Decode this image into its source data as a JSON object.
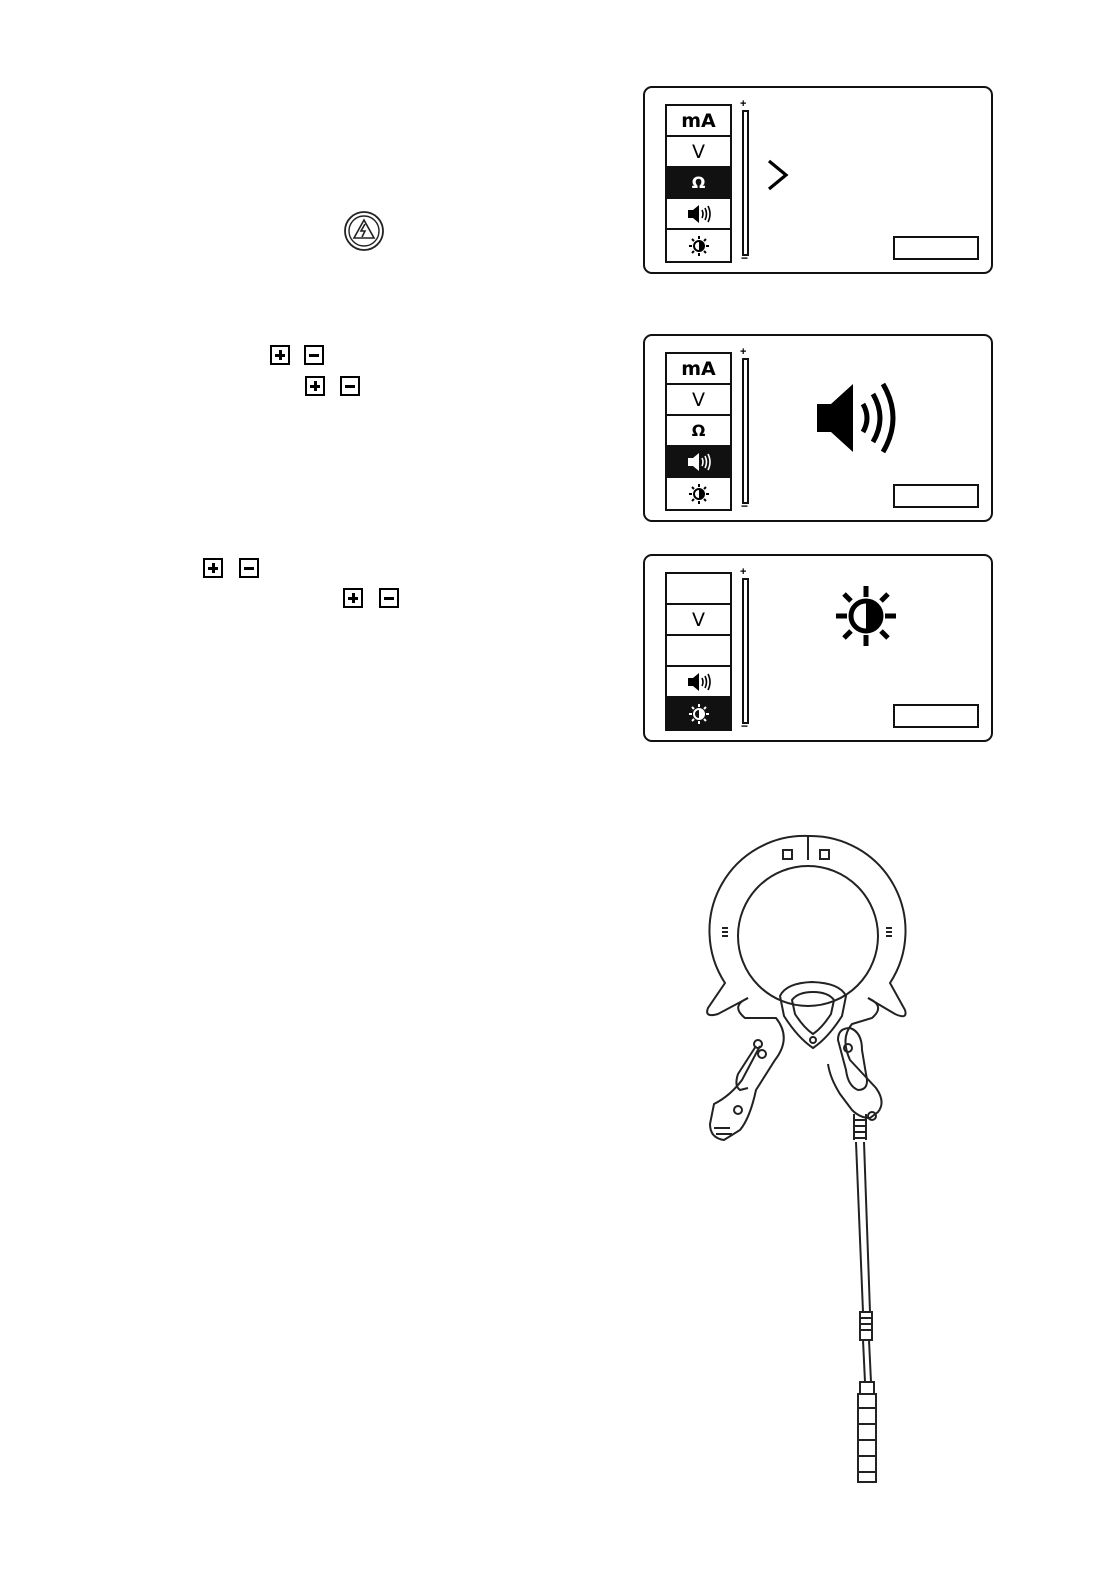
{
  "panels": [
    {
      "menu": [
        {
          "label": "mA",
          "icon": "",
          "selected": false
        },
        {
          "label": "V",
          "icon": "",
          "selected": false
        },
        {
          "label": "Ω",
          "icon": "",
          "selected": true
        },
        {
          "label": "",
          "icon": "speaker-icon",
          "selected": false
        },
        {
          "label": "",
          "icon": "sun-icon",
          "selected": false
        }
      ],
      "bar_plus": "+",
      "bar_minus": "−",
      "display_icon": "chevron-right-icon"
    },
    {
      "menu": [
        {
          "label": "mA",
          "icon": "",
          "selected": false
        },
        {
          "label": "V",
          "icon": "",
          "selected": false
        },
        {
          "label": "Ω",
          "icon": "",
          "selected": false
        },
        {
          "label": "",
          "icon": "speaker-icon",
          "selected": true
        },
        {
          "label": "",
          "icon": "sun-icon",
          "selected": false
        }
      ],
      "bar_plus": "+",
      "bar_minus": "−",
      "display_icon": "speaker-icon"
    },
    {
      "menu": [
        {
          "label": "",
          "icon": "",
          "selected": false
        },
        {
          "label": "V",
          "icon": "",
          "selected": false
        },
        {
          "label": "",
          "icon": "",
          "selected": false
        },
        {
          "label": "",
          "icon": "speaker-icon",
          "selected": false
        },
        {
          "label": "",
          "icon": "sun-icon",
          "selected": true
        }
      ],
      "bar_plus": "+",
      "bar_minus": "−",
      "display_icon": "sun-icon"
    }
  ],
  "icons": {
    "power_button": "lightning-warning-icon",
    "plus_button": "plus-icon",
    "minus_button": "minus-icon",
    "clamp_illustration": "current-clamp-probe-illustration"
  },
  "colors": {
    "ink": "#111111",
    "paper": "#ffffff"
  }
}
